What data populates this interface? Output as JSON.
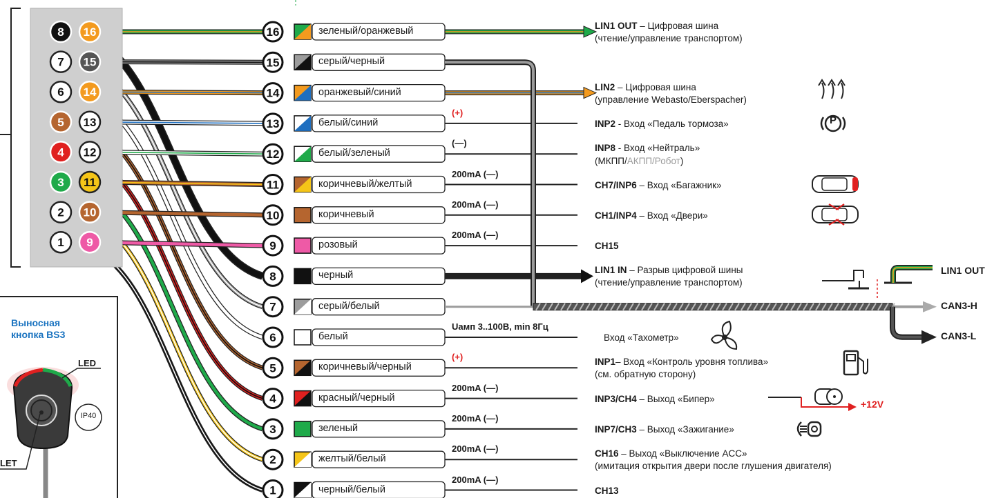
{
  "wires": [
    {
      "num": "16",
      "color_name": "зеленый/оранжевый",
      "desc": [
        {
          "b": "LIN1 OUT"
        },
        {
          "t": " – Цифровая шина"
        }
      ],
      "desc2": "(чтение/управление транспортом)",
      "note": "",
      "c1": "#1faa4a",
      "c2": "#f39a1e"
    },
    {
      "num": "15",
      "color_name": "серый/черный",
      "desc": [],
      "desc2": "",
      "note": "",
      "c1": "#9c9c9c",
      "c2": "#111111"
    },
    {
      "num": "14",
      "color_name": "оранжевый/синий",
      "desc": [
        {
          "b": "LIN2"
        },
        {
          "t": " – Цифровая шина"
        }
      ],
      "desc2": "(управление Webasto/Eberspacher)",
      "note": "",
      "c1": "#f39a1e",
      "c2": "#1e6fc0"
    },
    {
      "num": "13",
      "color_name": "белый/синий",
      "desc": [
        {
          "b": "INP2"
        },
        {
          "t": " - Вход «Педаль тормоза»"
        }
      ],
      "desc2": "",
      "note": "(+)",
      "c1": "#ffffff",
      "c2": "#1e6fc0"
    },
    {
      "num": "12",
      "color_name": "белый/зеленый",
      "desc": [
        {
          "b": "INP8"
        },
        {
          "t": " - Вход «Нейтраль»"
        }
      ],
      "desc2": "",
      "note": "(—)",
      "c1": "#ffffff",
      "c2": "#1faa4a"
    },
    {
      "num": "11",
      "color_name": "коричневый/желтый",
      "desc": [
        {
          "b": "CH7/INP6"
        },
        {
          "t": "  – Вход «Багажник»"
        }
      ],
      "desc2": "",
      "note": "200mA (—)",
      "c1": "#b5652f",
      "c2": "#f5c518"
    },
    {
      "num": "10",
      "color_name": "коричневый",
      "desc": [
        {
          "b": "CH1/INP4"
        },
        {
          "t": " – Вход «Двери»"
        }
      ],
      "desc2": "",
      "note": "200mA (—)",
      "c1": "#b5652f",
      "c2": "#b5652f"
    },
    {
      "num": "9",
      "color_name": "розовый",
      "desc": [
        {
          "b": "CH15"
        }
      ],
      "desc2": "",
      "note": "200mA (—)",
      "c1": "#ee5aa6",
      "c2": "#ee5aa6"
    },
    {
      "num": "8",
      "color_name": "черный",
      "desc": [
        {
          "b": "LIN1 IN"
        },
        {
          "t": " – Разрыв цифровой шины"
        }
      ],
      "desc2": "(чтение/управление транспортом)",
      "note": "",
      "c1": "#111111",
      "c2": "#111111"
    },
    {
      "num": "7",
      "color_name": "серый/белый",
      "desc": [],
      "desc2": "",
      "note": "",
      "c1": "#9c9c9c",
      "c2": "#ffffff"
    },
    {
      "num": "6",
      "color_name": "белый",
      "desc": [
        {
          "t": "Вход «Тахометр»"
        }
      ],
      "desc2": "",
      "note": "Uамп 3..100В, min 8Гц",
      "c1": "#ffffff",
      "c2": "#ffffff"
    },
    {
      "num": "5",
      "color_name": "коричневый/черный",
      "desc": [
        {
          "b": "INP1"
        },
        {
          "t": "– Вход «Контроль уровня топлива»"
        }
      ],
      "desc2": "(см. обратную сторону)",
      "note": "(+)",
      "c1": "#b5652f",
      "c2": "#111111"
    },
    {
      "num": "4",
      "color_name": "красный/черный",
      "desc": [
        {
          "b": "INP3/CH4"
        },
        {
          "t": " – Выход «Бипер»"
        }
      ],
      "desc2": "",
      "note": "200mA (—)",
      "c1": "#e0201f",
      "c2": "#111111"
    },
    {
      "num": "3",
      "color_name": "зеленый",
      "desc": [
        {
          "b": "INP7/CH3"
        },
        {
          "t": " – Выход  «Зажигание»"
        }
      ],
      "desc2": "",
      "note": "200mA (—)",
      "c1": "#1faa4a",
      "c2": "#1faa4a"
    },
    {
      "num": "2",
      "color_name": "желтый/белый",
      "desc": [
        {
          "b": "CH16"
        },
        {
          "t": " – Выход «Выключение ACC»"
        }
      ],
      "desc2": "(имитация открытия двери после глушения двигателя)",
      "note": "200mA (—)",
      "c1": "#f5c518",
      "c2": "#ffffff"
    },
    {
      "num": "1",
      "color_name": "черный/белый",
      "desc": [
        {
          "b": "CH13"
        }
      ],
      "desc2": "",
      "note": "200mA (—)",
      "c1": "#111111",
      "c2": "#ffffff"
    }
  ],
  "connector": {
    "left_pins": [
      "8",
      "7",
      "6",
      "5",
      "4",
      "3",
      "2",
      "1"
    ],
    "right_pins": [
      "16",
      "15",
      "14",
      "13",
      "12",
      "11",
      "10",
      "9"
    ],
    "left_colors": [
      "#111111",
      "#ffffff",
      "#ffffff",
      "#b5652f",
      "#e0201f",
      "#1faa4a",
      "#ffffff",
      "#ffffff"
    ],
    "right_colors": [
      "#f39a1e",
      "#555555",
      "#f39a1e",
      "#ffffff",
      "#ffffff",
      "#f5c518",
      "#b5652f",
      "#ee5aa6"
    ]
  },
  "labels": {
    "inp8_sub_1": "(МКПП/",
    "inp8_sub_2": "АКПП/Робот",
    "inp8_sub_3": ")",
    "lin1_out_right": "LIN1 OUT",
    "can3_h": "CAN3-H",
    "can3_l": "CAN3-L",
    "plus12v": "+12V",
    "button_title_1": "Выносная",
    "button_title_2": "кнопка BS3",
    "led": "LED",
    "ip40": "IP40",
    "let": "LET",
    "parking_letter": "P"
  }
}
